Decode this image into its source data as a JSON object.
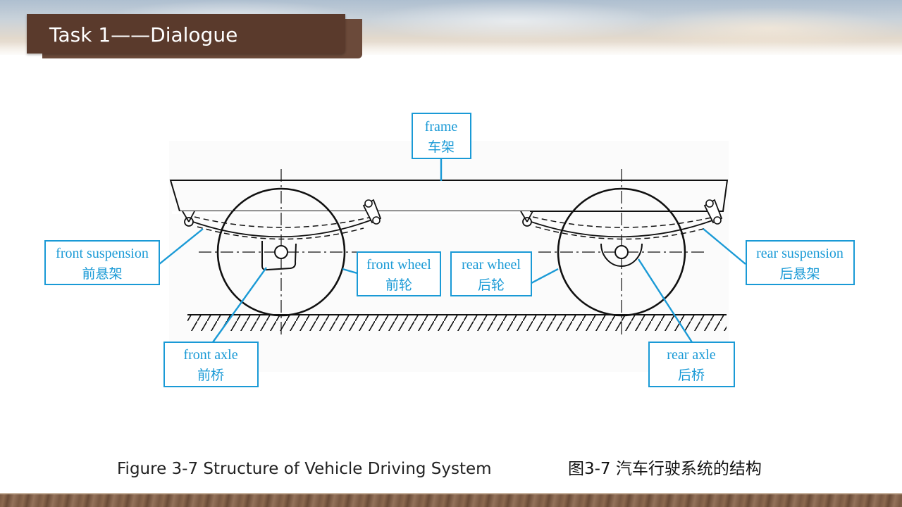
{
  "header": {
    "title": "Task 1——Dialogue"
  },
  "labels": {
    "frame": {
      "en": "frame",
      "zh": "车架"
    },
    "front_suspension": {
      "en": "front suspension",
      "zh": "前悬架"
    },
    "front_wheel": {
      "en": "front wheel",
      "zh": "前轮"
    },
    "rear_wheel": {
      "en": "rear wheel",
      "zh": "后轮"
    },
    "rear_suspension": {
      "en": "rear suspension",
      "zh": "后悬架"
    },
    "front_axle": {
      "en": "front axle",
      "zh": "前桥"
    },
    "rear_axle": {
      "en": "rear axle",
      "zh": "后桥"
    }
  },
  "caption": {
    "en": "Figure 3-7  Structure of Vehicle Driving System",
    "zh": "图3-7  汽车行驶系统的结构"
  },
  "colors": {
    "label": "#1a9ad6",
    "title_bg": "#5a3a2c",
    "line": "#111111"
  }
}
